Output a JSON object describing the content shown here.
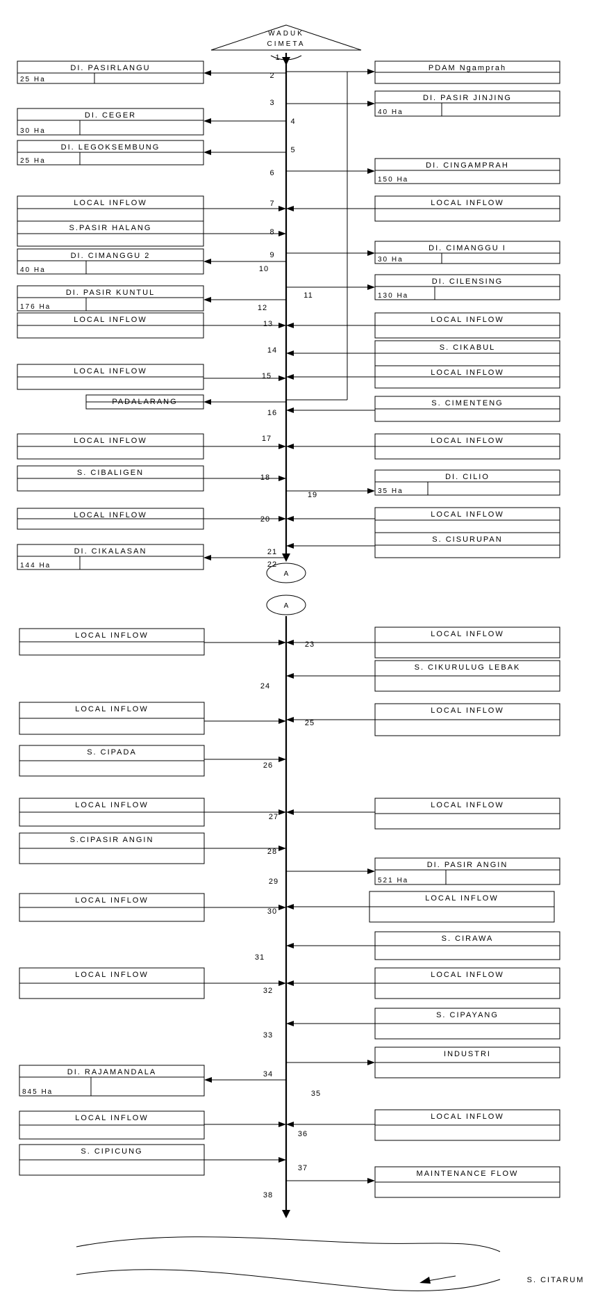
{
  "title_lines": [
    "WADUK",
    "CIMETA"
  ],
  "river_name": "S. CITARUM",
  "connector_label": "A",
  "boxes": [
    {
      "side": "L",
      "label": "DI. PASIRLANGU",
      "area": "25 Ha",
      "dir": "out"
    },
    {
      "side": "L",
      "label": "DI. CEGER",
      "area": "30 Ha",
      "dir": "out"
    },
    {
      "side": "L",
      "label": "DI. LEGOKSEMBUNG",
      "area": "25 Ha",
      "dir": "out"
    },
    {
      "side": "L",
      "label": "LOCAL INFLOW",
      "area": "",
      "dir": "in"
    },
    {
      "side": "L",
      "label": "S.PASIR HALANG",
      "area": "",
      "dir": "in"
    },
    {
      "side": "L",
      "label": "DI. CIMANGGU 2",
      "area": "40 Ha",
      "dir": "out"
    },
    {
      "side": "L",
      "label": "DI. PASIR KUNTUL",
      "area": "176 Ha",
      "dir": "out"
    },
    {
      "side": "L",
      "label": "LOCAL INFLOW",
      "area": "",
      "dir": "in"
    },
    {
      "side": "L",
      "label": "LOCAL INFLOW",
      "area": "",
      "dir": "in"
    },
    {
      "side": "L",
      "label": "PADALARANG",
      "area": "",
      "dir": "out"
    },
    {
      "side": "L",
      "label": "LOCAL INFLOW",
      "area": "",
      "dir": "in"
    },
    {
      "side": "L",
      "label": "S. CIBALIGEN",
      "area": "",
      "dir": "in"
    },
    {
      "side": "L",
      "label": "LOCAL INFLOW",
      "area": "",
      "dir": "in"
    },
    {
      "side": "L",
      "label": "DI. CIKALASAN",
      "area": "144 Ha",
      "dir": "out"
    },
    {
      "side": "R",
      "label": "PDAM Ngamprah",
      "area": "",
      "dir": "out"
    },
    {
      "side": "R",
      "label": "DI. PASIR JINJING",
      "area": "40 Ha",
      "dir": "out"
    },
    {
      "side": "R",
      "label": "DI. CINGAMPRAH",
      "area": "150 Ha",
      "dir": "out"
    },
    {
      "side": "R",
      "label": "LOCAL INFLOW",
      "area": "",
      "dir": "in"
    },
    {
      "side": "R",
      "label": "DI. CIMANGGU I",
      "area": "30 Ha",
      "dir": "out"
    },
    {
      "side": "R",
      "label": "DI. CILENSING",
      "area": "130 Ha",
      "dir": "out"
    },
    {
      "side": "R",
      "label": "LOCAL INFLOW",
      "area": "",
      "dir": "in"
    },
    {
      "side": "R",
      "label": "S. CIKABUL",
      "area": "",
      "dir": "in"
    },
    {
      "side": "R",
      "label": "LOCAL INFLOW",
      "area": "",
      "dir": "in"
    },
    {
      "side": "R",
      "label": "S. CIMENTENG",
      "area": "",
      "dir": "in"
    },
    {
      "side": "R",
      "label": "LOCAL INFLOW",
      "area": "",
      "dir": "in"
    },
    {
      "side": "R",
      "label": "DI. CILIO",
      "area": "35 Ha",
      "dir": "out"
    },
    {
      "side": "R",
      "label": "LOCAL INFLOW",
      "area": "",
      "dir": "in"
    },
    {
      "side": "R",
      "label": "S. CISURUPAN",
      "area": "",
      "dir": "in"
    },
    {
      "side": "L",
      "label": "LOCAL INFLOW",
      "area": "",
      "dir": "in"
    },
    {
      "side": "L",
      "label": "LOCAL INFLOW",
      "area": "",
      "dir": "in"
    },
    {
      "side": "L",
      "label": "S. CIPADA",
      "area": "",
      "dir": "in"
    },
    {
      "side": "L",
      "label": "LOCAL INFLOW",
      "area": "",
      "dir": "in"
    },
    {
      "side": "L",
      "label": "S.CIPASIR ANGIN",
      "area": "",
      "dir": "in"
    },
    {
      "side": "L",
      "label": "LOCAL INFLOW",
      "area": "",
      "dir": "in"
    },
    {
      "side": "L",
      "label": "LOCAL INFLOW",
      "area": "",
      "dir": "in"
    },
    {
      "side": "L",
      "label": "DI. RAJAMANDALA",
      "area": "845 Ha",
      "dir": "out"
    },
    {
      "side": "L",
      "label": "LOCAL INFLOW",
      "area": "",
      "dir": "in"
    },
    {
      "side": "L",
      "label": "S. CIPICUNG",
      "area": "",
      "dir": "in"
    },
    {
      "side": "R",
      "label": "LOCAL INFLOW",
      "area": "",
      "dir": "in"
    },
    {
      "side": "R",
      "label": "S. CIKURULUG LEBAK",
      "area": "",
      "dir": "in"
    },
    {
      "side": "R",
      "label": "LOCAL INFLOW",
      "area": "",
      "dir": "in"
    },
    {
      "side": "R",
      "label": "LOCAL INFLOW",
      "area": "",
      "dir": "in"
    },
    {
      "side": "R",
      "label": "DI. PASIR ANGIN",
      "area": "521 Ha",
      "dir": "out"
    },
    {
      "side": "R",
      "label": "LOCAL INFLOW",
      "area": "",
      "dir": "in"
    },
    {
      "side": "R",
      "label": "S. CIRAWA",
      "area": "",
      "dir": "in"
    },
    {
      "side": "R",
      "label": "LOCAL INFLOW",
      "area": "",
      "dir": "in"
    },
    {
      "side": "R",
      "label": "S. CIPAYANG",
      "area": "",
      "dir": "in"
    },
    {
      "side": "R",
      "label": "INDUSTRI",
      "area": "",
      "dir": "out"
    },
    {
      "side": "R",
      "label": "LOCAL INFLOW",
      "area": "",
      "dir": "in"
    },
    {
      "side": "R",
      "label": "MAINTENANCE FLOW",
      "area": "",
      "dir": "out"
    }
  ],
  "nodes": [
    "1",
    "2",
    "3",
    "4",
    "5",
    "6",
    "7",
    "8",
    "9",
    "10",
    "11",
    "12",
    "13",
    "14",
    "15",
    "16",
    "17",
    "18",
    "19",
    "20",
    "21",
    "22",
    "23",
    "24",
    "25",
    "26",
    "27",
    "28",
    "29",
    "30",
    "31",
    "32",
    "33",
    "34",
    "35",
    "36",
    "37",
    "38"
  ]
}
